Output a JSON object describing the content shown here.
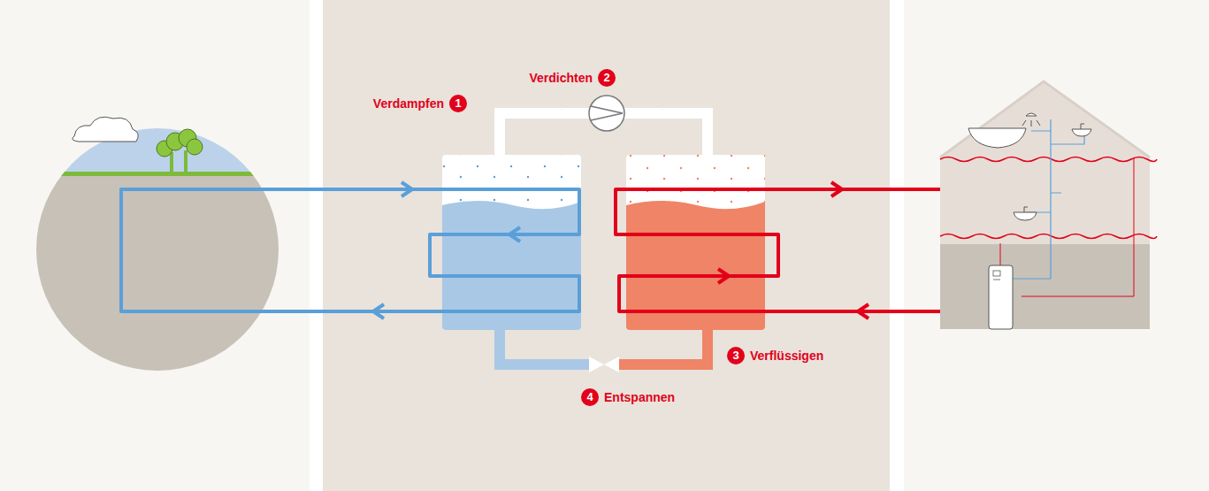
{
  "diagram": {
    "nodes": [
      {
        "text": [
          "Verdichten",
          "2"
        ]
      },
      {
        "text": [
          "Verdampfen",
          "1"
        ]
      },
      {
        "text": [
          "Verflüssigen",
          "3"
        ]
      },
      {
        "text": [
          "Entspannen",
          "4"
        ]
      }
    ]
  }
}
